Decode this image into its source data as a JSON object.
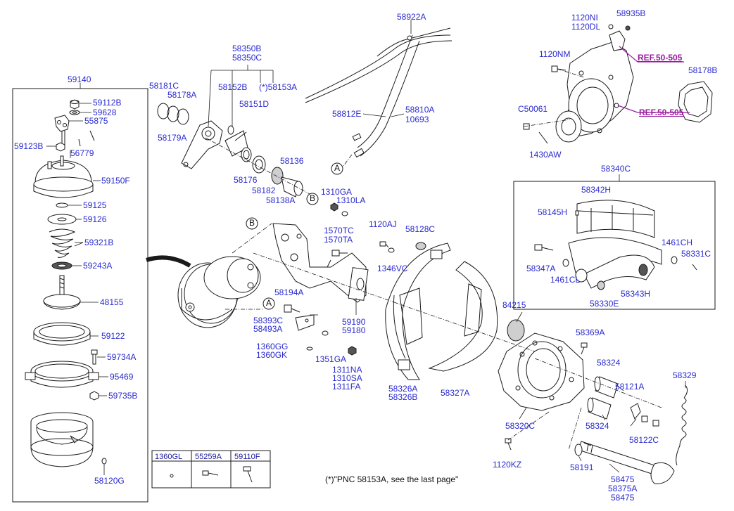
{
  "labels": {
    "p58922A": "58922A",
    "p1120NI": "1120NI",
    "p1120DL": "1120DL",
    "p58935B": "58935B",
    "p1120NM": "1120NM",
    "ref1": "REF.50-505",
    "ref2": "REF.50-505",
    "p58178B": "58178B",
    "p58350B": "58350B",
    "p58350C": "58350C",
    "p58181C": "58181C",
    "p58178A": "58178A",
    "p58152B": "58152B",
    "p58153A": "(*)58153A",
    "p58151D": "58151D",
    "p58179A": "58179A",
    "p58812E": "58812E",
    "p58810A": "58810A",
    "p10693": "10693",
    "pC50061": "C50061",
    "p1430AW": "1430AW",
    "p59140": "59140",
    "p59112B": "59112B",
    "p59628": "59628",
    "p55875": "55875",
    "p59123B": "59123B",
    "p56779": "56779",
    "p59150F": "59150F",
    "p59125": "59125",
    "p59126": "59126",
    "p59321B": "59321B",
    "p59243A": "59243A",
    "p48155": "48155",
    "p59122": "59122",
    "p59734A": "59734A",
    "p95469": "95469",
    "p59735B": "59735B",
    "p58120G": "58120G",
    "p58136": "58136",
    "p58176": "58176",
    "p58182": "58182",
    "p58138A": "58138A",
    "p1310GA": "1310GA",
    "p1310LA": "1310LA",
    "p58340C": "58340C",
    "p58342H": "58342H",
    "p58145H": "58145H",
    "p1461CH": "1461CH",
    "p58331C": "58331C",
    "p58347A": "58347A",
    "p1461CL": "1461CL",
    "p58343H": "58343H",
    "p58330E": "58330E",
    "p1120AJ": "1120AJ",
    "p58128C": "58128C",
    "p1570TC": "1570TC",
    "p1570TA": "1570TA",
    "p1346VC": "1346VC",
    "p58194A": "58194A",
    "p58393C": "58393C",
    "p58493A": "58493A",
    "p59190": "59190",
    "p59180": "59180",
    "p84215": "84215",
    "p58369A": "58369A",
    "p1360GG": "1360GG",
    "p1360GK": "1360GK",
    "p1351GA": "1351GA",
    "p1311NA": "1311NA",
    "p1310SA": "1310SA",
    "p1311FA": "1311FA",
    "p58324a": "58324",
    "p58329": "58329",
    "p58121A": "58121A",
    "p58326A": "58326A",
    "p58326B": "58326B",
    "p58327A": "58327A",
    "p58320C": "58320C",
    "p58324b": "58324",
    "p58122C": "58122C",
    "p1120KZ": "1120KZ",
    "p58191": "58191",
    "p58475a": "58475",
    "p58375A": "58375A",
    "p58475b": "58475",
    "calloutA1": "A",
    "calloutA2": "A",
    "calloutB1": "B",
    "calloutB2": "B"
  },
  "note": "(*)\"PNC 58153A, see the last page\"",
  "legend_table": {
    "headers": [
      "1360GL",
      "55259A",
      "59110F"
    ]
  }
}
